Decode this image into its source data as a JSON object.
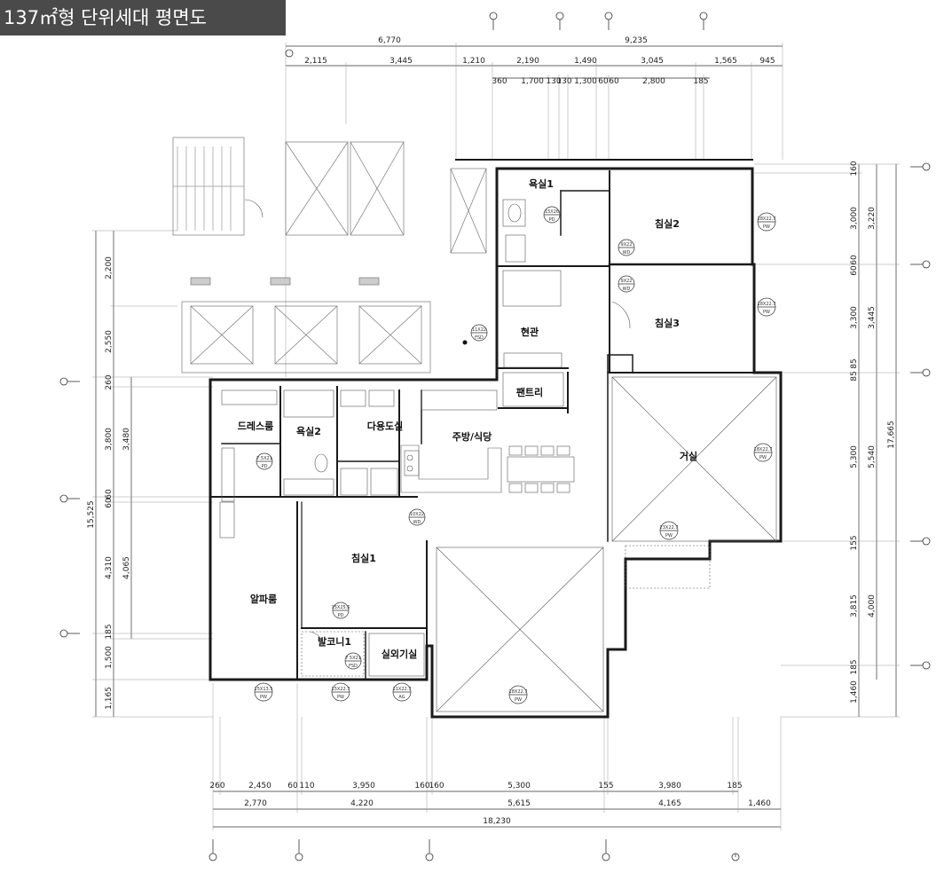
{
  "title": "137㎡형 단위세대 평면도",
  "rooms": {
    "bath1": "욕실1",
    "bedroom2": "침실2",
    "bedroom3": "침실3",
    "entrance": "현관",
    "pantry": "팬트리",
    "dressroom": "드레스룸",
    "bath2": "욕실2",
    "utility": "다용도실",
    "kitchen": "주방/식당",
    "living": "거실",
    "bedroom1": "침실1",
    "alpha": "알파룸",
    "balcony1": "발코니1",
    "outdoor_unit": "실외기실"
  },
  "door_tags": {
    "bath1_pd": [
      "15X26",
      "PD"
    ],
    "bedroom2_wd": [
      "9X22",
      "WD"
    ],
    "bedroom3_wd": [
      "9X22",
      "WD"
    ],
    "bedroom2_pw": [
      "18X22.7",
      "PW"
    ],
    "bedroom3_pw": [
      "18X22.7",
      "PW"
    ],
    "entrance_fsd": [
      "11X22",
      "FSD"
    ],
    "bath2_pd": [
      "7.5X21",
      "PD"
    ],
    "living_pw_right": [
      "18X22.7",
      "PW"
    ],
    "living_pw_bottom": [
      "23X22.7",
      "PW"
    ],
    "kitchen_wd": [
      "10X22",
      "WD"
    ],
    "bedroom1_pd": [
      "15X25.5",
      "PD"
    ],
    "balcony_fsd": [
      "7.5X21",
      "FSD"
    ],
    "alpha_pw": [
      "15X13.5",
      "PW"
    ],
    "balcony_pw": [
      "15X22.7",
      "PW"
    ],
    "outdoor_ag": [
      "11X22.7",
      "AG"
    ],
    "terrace_pw": [
      "18X22.7",
      "PW"
    ]
  },
  "dims": {
    "top1": [
      "6,770",
      "9,235"
    ],
    "top2": [
      "2,115",
      "3,445",
      "1,210",
      "2,190",
      "1,490",
      "3,045",
      "1,565",
      "945"
    ],
    "top3": [
      "360",
      "1,700",
      "130",
      "130",
      "1,300",
      "60",
      "60",
      "2,800",
      "185"
    ],
    "left_inner": [
      "2,200",
      "2,550",
      "260",
      "3,800",
      "3,480",
      "60",
      "60",
      "4,310",
      "4,065",
      "185",
      "1,500",
      "1,165"
    ],
    "left_outer": [
      "15,525"
    ],
    "right_inner": [
      "160",
      "3,000",
      "60",
      "60",
      "3,300",
      "85",
      "85",
      "5,300",
      "155",
      "3,815",
      "185",
      "1,460"
    ],
    "right_mid": [
      "3,220",
      "3,445",
      "5,540",
      "4,000"
    ],
    "right_outer": [
      "17,665"
    ],
    "bottom1": [
      "260",
      "2,450",
      "60",
      "110",
      "3,950",
      "160",
      "160",
      "5,300",
      "155",
      "3,980",
      "185"
    ],
    "bottom2": [
      "2,770",
      "4,220",
      "5,615",
      "4,165",
      "1,460"
    ],
    "bottom3": [
      "18,230"
    ]
  },
  "palette": {
    "wall": "#1a1a1a",
    "line": "#333333",
    "light": "#888888",
    "title_bg": "#4a4a4a",
    "title_fg": "#ffffff"
  }
}
